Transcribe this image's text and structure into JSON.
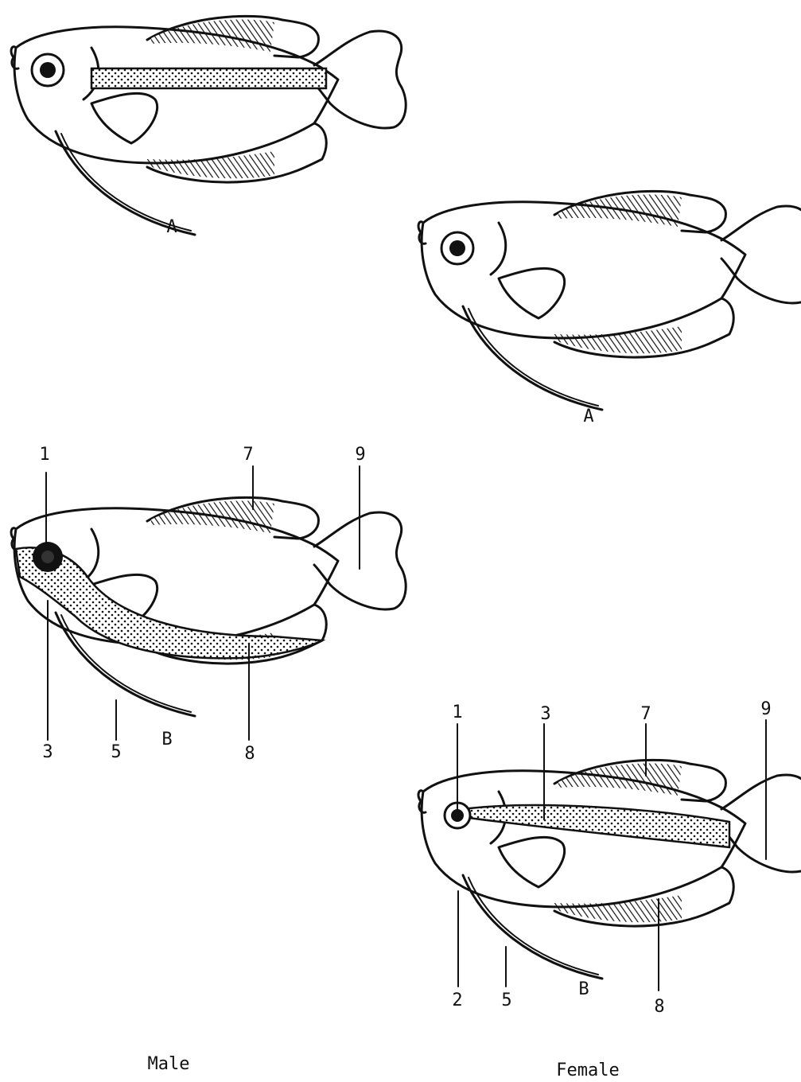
{
  "figures": [
    {
      "id": "male-A",
      "label": "A"
    },
    {
      "id": "female-A",
      "label": "A"
    },
    {
      "id": "male-B",
      "label": "B"
    },
    {
      "id": "female-B",
      "label": "B"
    }
  ],
  "callouts": {
    "male_B": [
      "1",
      "7",
      "9",
      "3",
      "5",
      "8"
    ],
    "female_B": [
      "1",
      "3",
      "7",
      "9",
      "2",
      "5",
      "8"
    ]
  },
  "captions": {
    "male": "Male",
    "female": "Female"
  }
}
